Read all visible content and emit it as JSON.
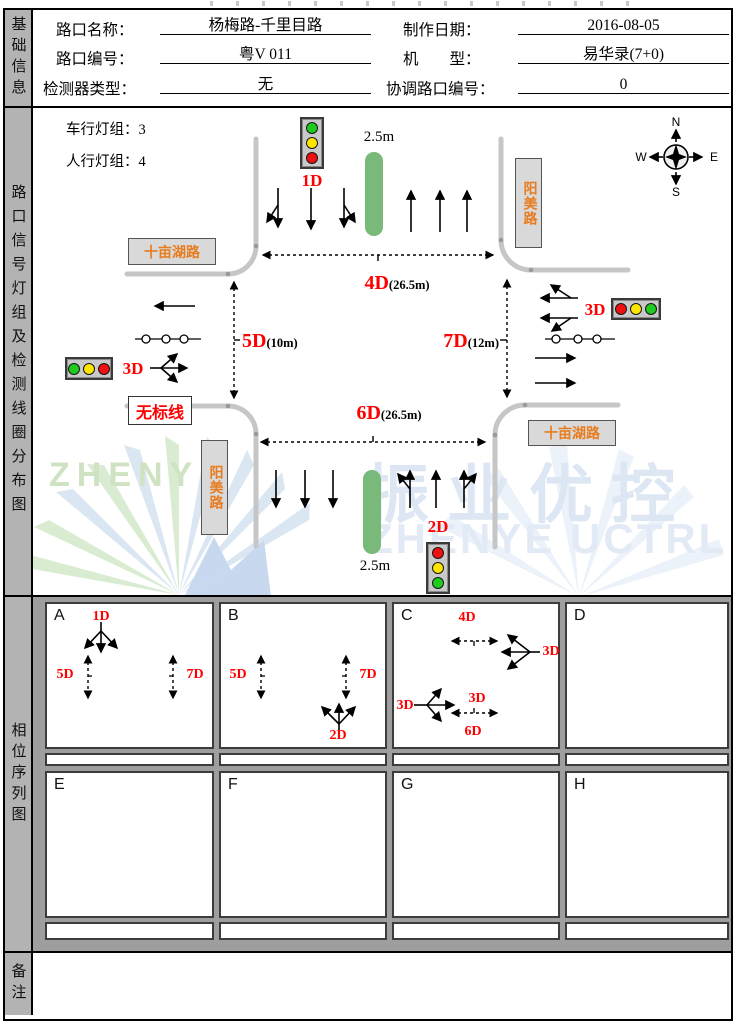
{
  "sidebar": {
    "basic_info": "基础信息",
    "layout_map": "路口信号灯组及检测线圈分布图",
    "phase_sequence": "相位序列图",
    "remarks": "备注"
  },
  "header": {
    "fields": [
      {
        "label": "路口名称：",
        "value": "杨梅路-千里目路"
      },
      {
        "label": "制作日期：",
        "value": "2016-08-05"
      },
      {
        "label": "路口编号：",
        "value": "粤V 011"
      },
      {
        "label": "机　　型：",
        "value": "易华录(7+0)"
      },
      {
        "label": "检测器类型：",
        "value": "无"
      },
      {
        "label": "协调路口编号：",
        "value": "0"
      }
    ]
  },
  "diagram": {
    "vehicle_groups_label": "车行灯组：3",
    "ped_groups_label": "人行灯组：4",
    "signals": {
      "s1d": "1D",
      "s2d": "2D",
      "s3d_west": "3D",
      "s3d_east": "3D"
    },
    "detectors": {
      "d4": "4D",
      "d4_len": "(26.5m)",
      "d5": "5D",
      "d5_len": "(10m)",
      "d6": "6D",
      "d6_len": "(26.5m)",
      "d7": "7D",
      "d7_len": "(12m)"
    },
    "roads": {
      "top_left": "十亩湖路",
      "top_right": "阳美路",
      "bottom_right": "十亩湖路",
      "bottom_left": "阳美路"
    },
    "no_marking": "无标线",
    "median_top": "2.5m",
    "median_bottom": "2.5m",
    "compass": {
      "n": "N",
      "e": "E",
      "s": "S",
      "w": "W"
    },
    "watermark": {
      "zhenye": "ZHENYE",
      "cn": "振业优控",
      "en": "ZHENYE UCTRL"
    }
  },
  "phases": {
    "a": {
      "letter": "A",
      "d1": "1D",
      "d5": "5D",
      "d7": "7D"
    },
    "b": {
      "letter": "B",
      "d5": "5D",
      "d7": "7D",
      "d2": "2D"
    },
    "c": {
      "letter": "C",
      "d4": "4D",
      "d3_upper": "3D",
      "d3_left": "3D",
      "d3_mid": "3D",
      "d6": "6D"
    },
    "d": {
      "letter": "D"
    },
    "e": {
      "letter": "E"
    },
    "f": {
      "letter": "F"
    },
    "g": {
      "letter": "G"
    },
    "h": {
      "letter": "H"
    }
  },
  "colors": {
    "accent_red": "#ff0000",
    "road_gray": "#c6c6c6",
    "box_gray": "#d9d9d9",
    "sidebar_gray": "#b3b3b3",
    "orange_text": "#e87c1e",
    "median_green": "#79b979",
    "light_red": "#ee1111",
    "light_yellow": "#ffe600",
    "light_green": "#1ecb1e",
    "watermark_blue": "#dde7f4",
    "watermark_green": "#cfe3c2"
  }
}
